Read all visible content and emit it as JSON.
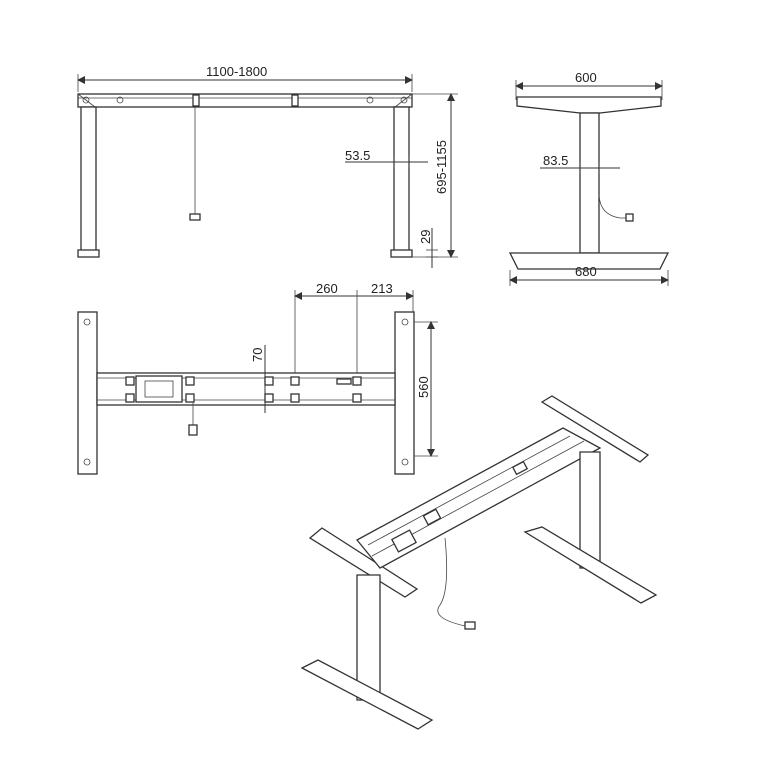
{
  "dimensions": {
    "front_width": "1100-1800",
    "front_height": "695-1155",
    "front_leg_offset": "53.5",
    "front_foot_height": "29",
    "side_top_width": "600",
    "side_leg_offset": "83.5",
    "side_foot_width": "680",
    "top_spacing_a": "260",
    "top_spacing_b": "213",
    "top_beam_gap": "70",
    "top_depth": "560"
  }
}
